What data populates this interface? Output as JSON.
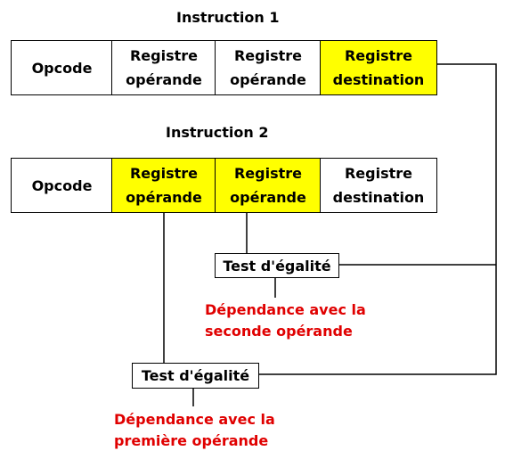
{
  "colors": {
    "highlight": "#ffff00",
    "dependency_text": "#e00000"
  },
  "instruction1": {
    "title": "Instruction 1",
    "fields": {
      "opcode": "Opcode",
      "operand_a_line1": "Registre",
      "operand_a_line2": "opérande",
      "operand_b_line1": "Registre",
      "operand_b_line2": "opérande",
      "dest_line1": "Registre",
      "dest_line2": "destination"
    }
  },
  "instruction2": {
    "title": "Instruction 2",
    "fields": {
      "opcode": "Opcode",
      "operand_a_line1": "Registre",
      "operand_a_line2": "opérande",
      "operand_b_line1": "Registre",
      "operand_b_line2": "opérande",
      "dest_line1": "Registre",
      "dest_line2": "destination"
    }
  },
  "test_second": {
    "label": "Test d'égalité",
    "result_line1": "Dépendance avec la",
    "result_line2": "seconde opérande"
  },
  "test_first": {
    "label": "Test d'égalité",
    "result_line1": "Dépendance avec la",
    "result_line2": "première opérande"
  }
}
